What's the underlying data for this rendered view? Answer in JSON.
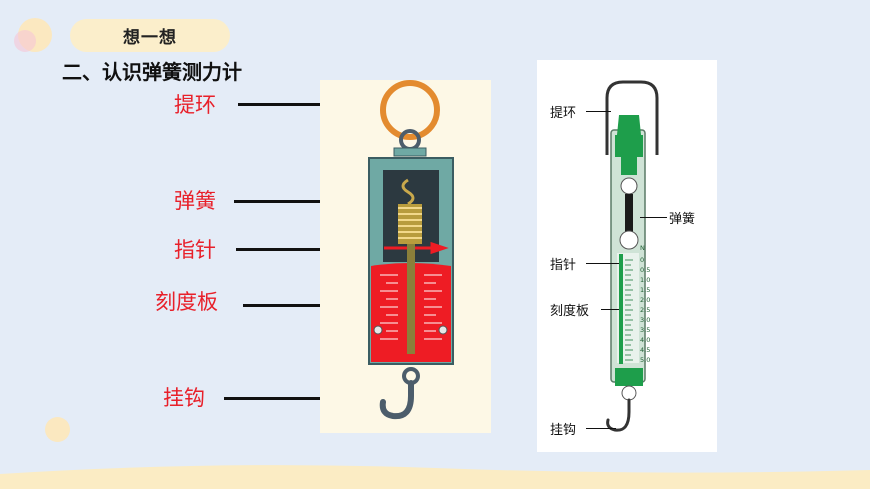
{
  "header": {
    "pill_label": "想一想",
    "subtitle": "二、认识弹簧测力计"
  },
  "left_figure": {
    "labels": {
      "ring": "提环",
      "spring": "弹簧",
      "pointer": "指针",
      "scale": "刻度板",
      "hook": "挂钩"
    },
    "colors": {
      "ring": "#e38b2f",
      "body": "#6fa9a4",
      "scale": "#ee1c24",
      "label": "#e8202a"
    }
  },
  "right_figure": {
    "labels": {
      "ring": "提环",
      "spring": "弹簧",
      "pointer": "指针",
      "scale": "刻度板",
      "hook": "挂钩"
    },
    "scale_unit": "N",
    "scale_ticks": [
      "0",
      "0.5",
      "1.0",
      "1.5",
      "2.0",
      "2.5",
      "3.0",
      "3.5",
      "4.0",
      "4.5",
      "5.0"
    ],
    "colors": {
      "body": "#1e9e4b",
      "tube": "#cfe3d6"
    }
  }
}
